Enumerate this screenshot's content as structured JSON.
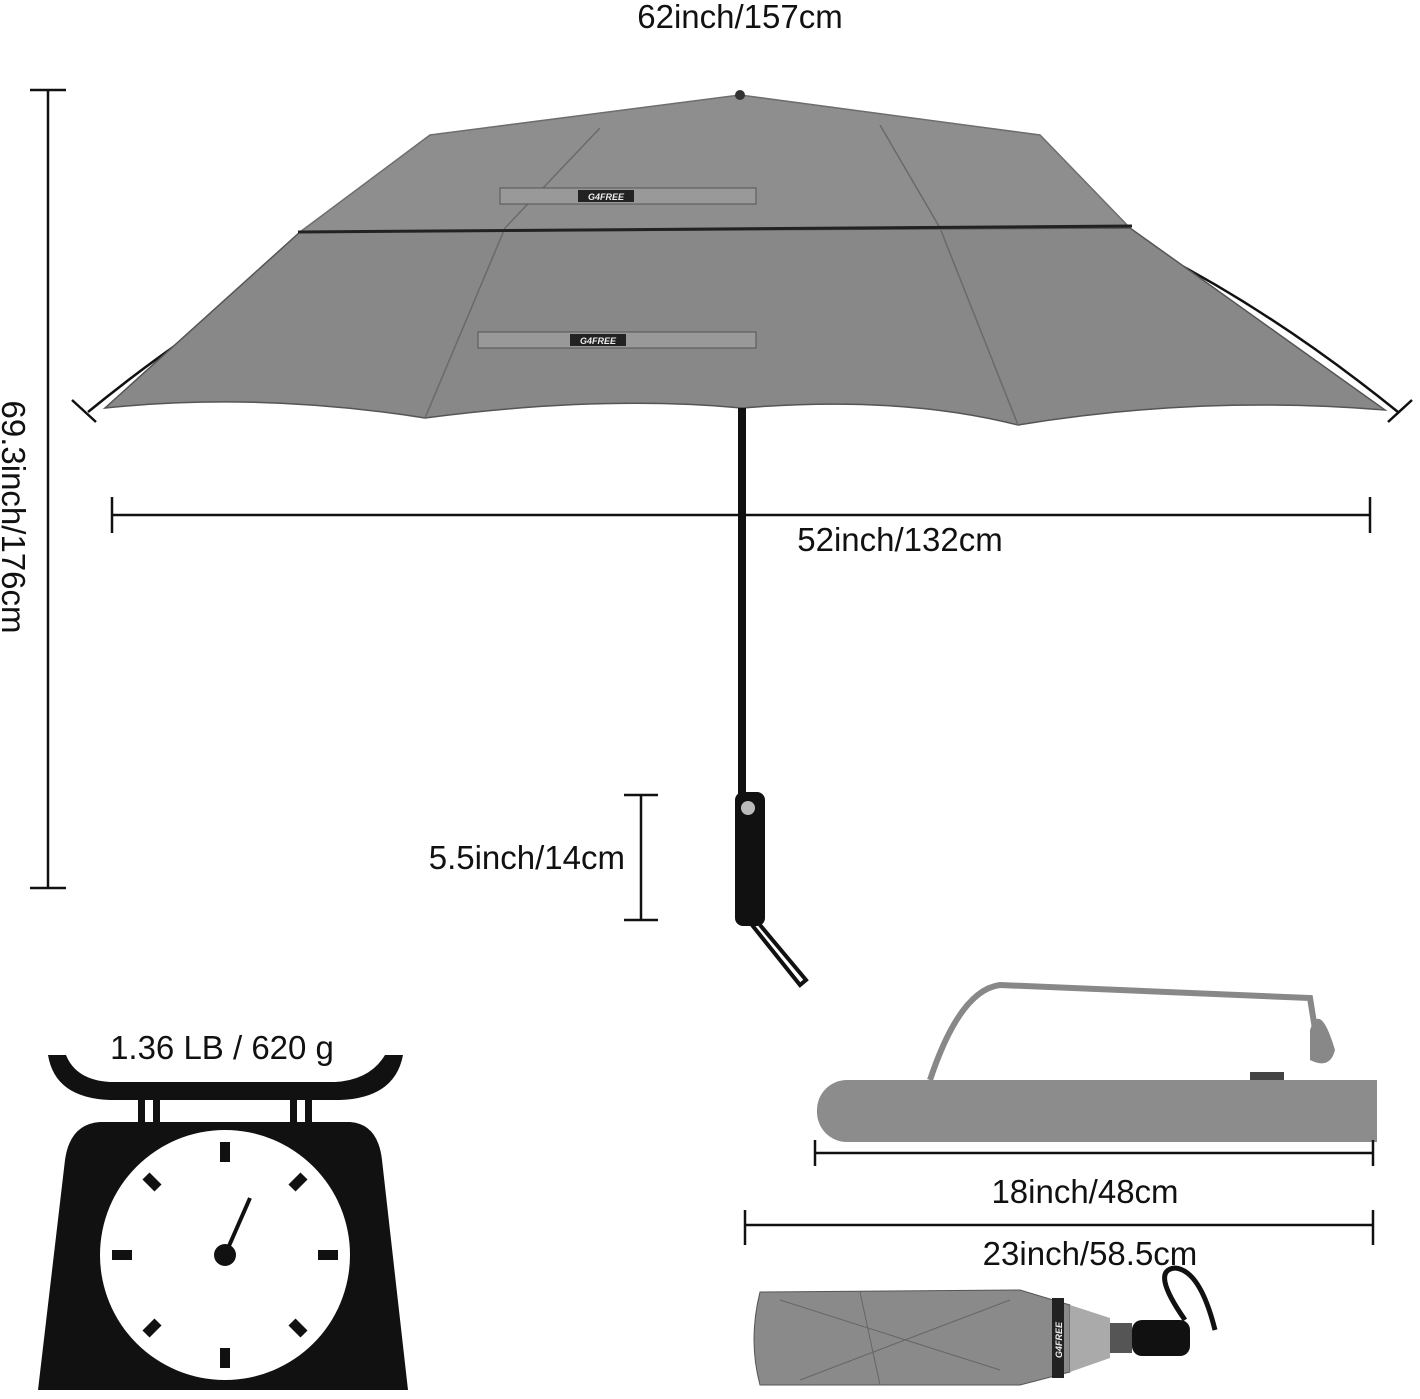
{
  "dimensions": {
    "arc_length": "62inch/157cm",
    "total_height": "69.3inch/176cm",
    "canopy_span": "52inch/132cm",
    "handle_length": "5.5inch/14cm",
    "weight": "1.36 LB / 620 g",
    "case_length": "18inch/48cm",
    "folded_length": "23inch/58.5cm"
  },
  "brand": "G4FREE",
  "colors": {
    "canopy": "#8c8c8c",
    "canopy_dark": "#7d7d7d",
    "line": "#111111"
  }
}
